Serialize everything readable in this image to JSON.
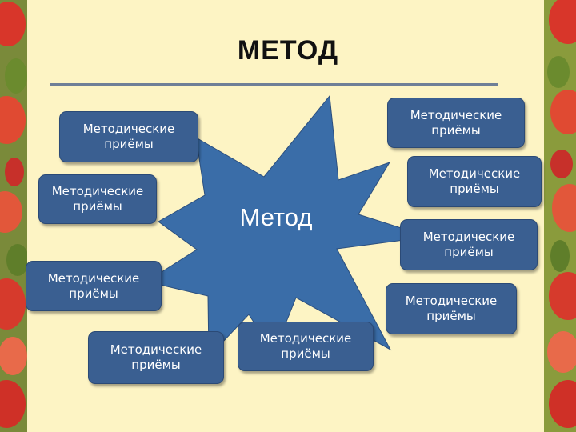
{
  "title": "МЕТОД",
  "center_label": "Метод",
  "boxes": [
    {
      "label": "Методические\nприёмы"
    },
    {
      "label": "Методические\nприёмы"
    },
    {
      "label": "Методические\nприёмы"
    },
    {
      "label": "Методические\nприёмы"
    },
    {
      "label": "Методические\nприёмы"
    },
    {
      "label": "Методические\nприёмы"
    },
    {
      "label": "Методические\nприёмы"
    },
    {
      "label": "Методические\nприёмы"
    },
    {
      "label": "Методические\nприёмы"
    }
  ],
  "colors": {
    "background": "#fdf4c4",
    "box": "#3a5f91",
    "star": "#3a6da8",
    "border_flowers": "#d8362a"
  }
}
